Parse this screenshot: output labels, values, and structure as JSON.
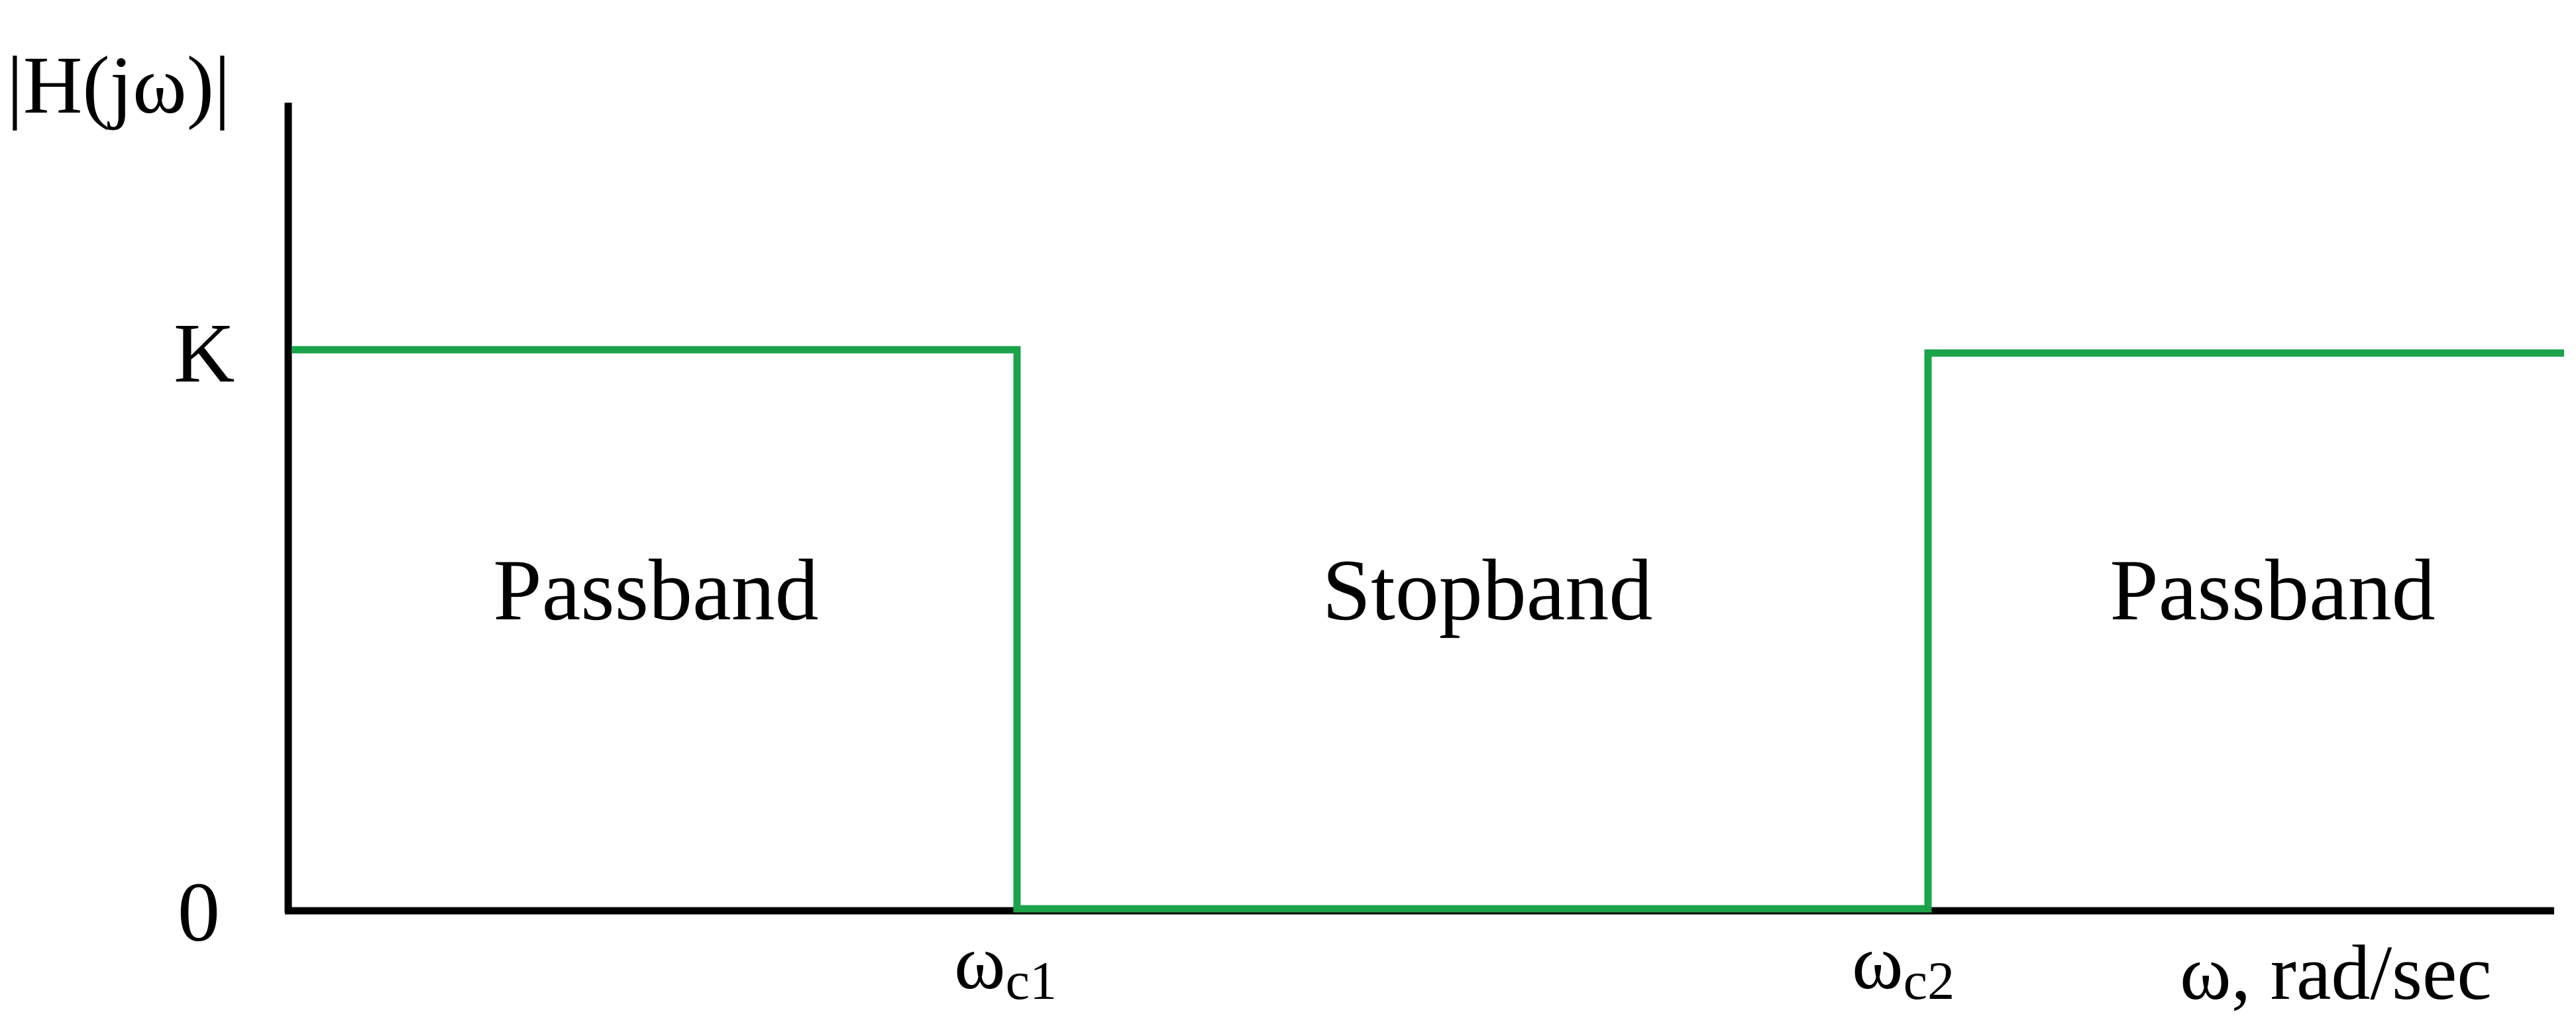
{
  "chart_data": {
    "type": "line",
    "title": "",
    "ylabel": "|H(jω)|",
    "xlabel": "ω, rad/sec",
    "ytick_labels": [
      "K",
      "0"
    ],
    "xtick_labels": [
      {
        "base": "ω",
        "sub": "c1"
      },
      {
        "base": "ω",
        "sub": "c2"
      }
    ],
    "series": [
      {
        "color": "#1aa34a",
        "description_points": [
          [
            "start",
            "K"
          ],
          [
            "ωc1",
            "K"
          ],
          [
            "ωc1",
            "0"
          ],
          [
            "ωc2",
            "0"
          ],
          [
            "ωc2",
            "K"
          ],
          [
            "end",
            "K"
          ]
        ]
      }
    ],
    "regions": [
      {
        "label": "Passband"
      },
      {
        "label": "Stopband"
      },
      {
        "label": "Passband"
      }
    ],
    "grid": false,
    "legend": "none",
    "colors": {
      "axis": "#000000",
      "response": "#1aa34a",
      "text": "#000000"
    }
  }
}
